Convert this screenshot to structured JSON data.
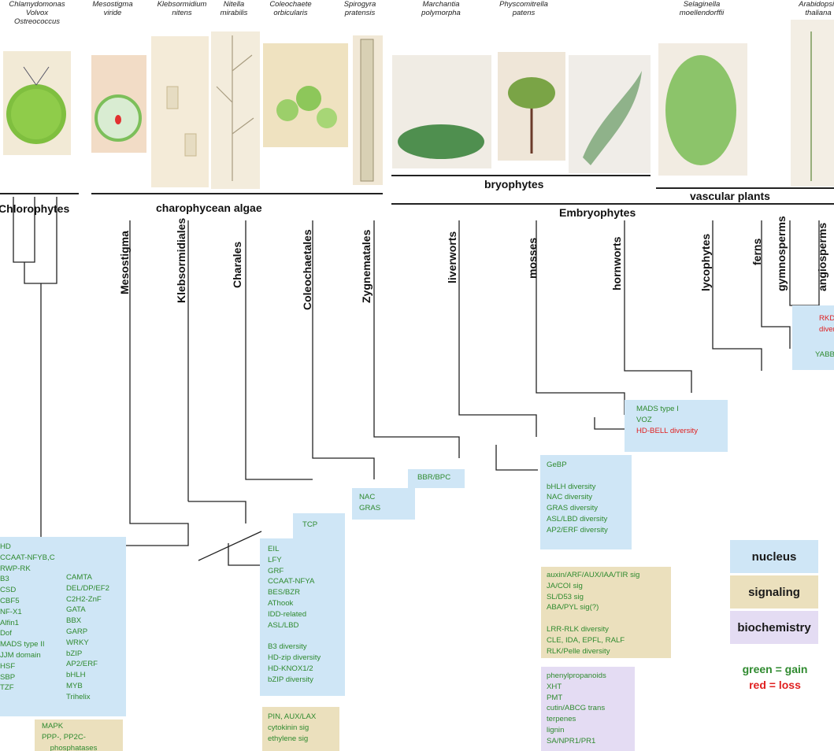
{
  "species": [
    {
      "id": "chlamy",
      "text": "Chlamydomonas\nVolvox\nOstreococcus"
    },
    {
      "id": "meso",
      "text": "Mesostigma\nviride"
    },
    {
      "id": "klebs",
      "text": "Klebsormidium\nnitens"
    },
    {
      "id": "nitella",
      "text": "Nitella\nmirabilis"
    },
    {
      "id": "coleo",
      "text": "Coleochaete\norbicularis"
    },
    {
      "id": "spiro",
      "text": "Spirogyra\npratensis"
    },
    {
      "id": "march",
      "text": "Marchantia\npolymorpha"
    },
    {
      "id": "physco",
      "text": "Physcomitrella\npatens"
    },
    {
      "id": "selag",
      "text": "Selaginella\nmoellendorffii"
    },
    {
      "id": "arab",
      "text": "Arabidopsis\nthaliana"
    }
  ],
  "groups": {
    "chlorophytes": "Chlorophytes",
    "charophycean": "charophycean algae",
    "bryophytes": "bryophytes",
    "vascular": "vascular plants",
    "embryophytes": "Embryophytes"
  },
  "taxa": [
    {
      "id": "mesostigma",
      "label": "Mesostigma"
    },
    {
      "id": "klebsormidiales",
      "label": "Klebsormidiales"
    },
    {
      "id": "charales",
      "label": "Charales"
    },
    {
      "id": "coleochaetales",
      "label": "Coleochaetales"
    },
    {
      "id": "zygnematales",
      "label": "Zygnematales"
    },
    {
      "id": "liverworts",
      "label": "liverworts"
    },
    {
      "id": "mosses",
      "label": "mosses"
    },
    {
      "id": "hornworts",
      "label": "hornworts"
    },
    {
      "id": "lycophytes",
      "label": "lycophytes"
    },
    {
      "id": "ferns",
      "label": "ferns"
    },
    {
      "id": "gymnosperms",
      "label": "gymnosperms"
    },
    {
      "id": "angiosperms",
      "label": "angiosperms"
    }
  ],
  "boxes": {
    "root_blue_left": [
      "HD",
      "CCAAT-NFYB,C",
      "RWP-RK",
      "B3",
      "CSD",
      "CBF5",
      "NF-X1",
      "Alfin1",
      "Dof",
      "MADS type II",
      "JJM domain",
      "HSF",
      "SBP",
      "TZF"
    ],
    "root_blue_right": [
      "CAMTA",
      "DEL/DP/EF2",
      "C2H2-ZnF",
      "GATA",
      "BBX",
      "GARP",
      "WRKY",
      "bZIP",
      "AP2/ERF",
      "bHLH",
      "MYB",
      "Trihelix"
    ],
    "root_tan": [
      "MAPK",
      "PPP-, PP2C-",
      "phosphatases"
    ],
    "bbr": [
      "BBR/BPC"
    ],
    "nac_gras": [
      "NAC",
      "GRAS"
    ],
    "tcp": [
      "TCP"
    ],
    "klebs_blue": [
      "EIL",
      "LFY",
      "GRF",
      "CCAAT-NFYA",
      "BES/BZR",
      "AThook",
      "IDD-related",
      "ASL/LBD",
      "",
      "B3 diversity",
      "HD-zip diversity",
      "HD-KNOX1/2",
      "bZIP diversity"
    ],
    "klebs_tan": [
      "PIN, AUX/LAX",
      "cytokinin sig",
      "ethylene sig"
    ],
    "embryo_blue": [
      "GeBP",
      "",
      "bHLH diversity",
      "NAC diversity",
      "GRAS diversity",
      "ASL/LBD diversity",
      "AP2/ERF diversity"
    ],
    "embryo_tan": [
      "auxin/ARF/AUX/IAA/TIR sig",
      "JA/COI sig",
      "SL/D53 sig",
      "ABA/PYL sig(?)",
      "",
      "LRR-RLK diversity",
      "CLE, IDA, EPFL, RALF",
      "RLK/Pelle diversity"
    ],
    "embryo_lav": [
      "phenylpropanoids",
      "XHT",
      "PMT",
      "cutin/ABCG trans",
      "terpenes",
      "lignin",
      "SA/NPR1/PR1"
    ],
    "mads_green": [
      "MADS type I",
      "VOZ"
    ],
    "mads_red": "HD-BELL diversity",
    "seed_red": [
      "RKD",
      "diversity"
    ],
    "seed_green": "YABBY"
  },
  "legend": {
    "nucleus": "nucleus",
    "signaling": "signaling",
    "biochemistry": "biochemistry",
    "gain": "green = gain",
    "loss": "red = loss"
  },
  "colors": {
    "nucleus": "#cfe6f6",
    "signaling": "#ebe0bd",
    "biochemistry": "#e4dcf3",
    "gain": "#2f8a2f",
    "loss": "#e02020"
  }
}
